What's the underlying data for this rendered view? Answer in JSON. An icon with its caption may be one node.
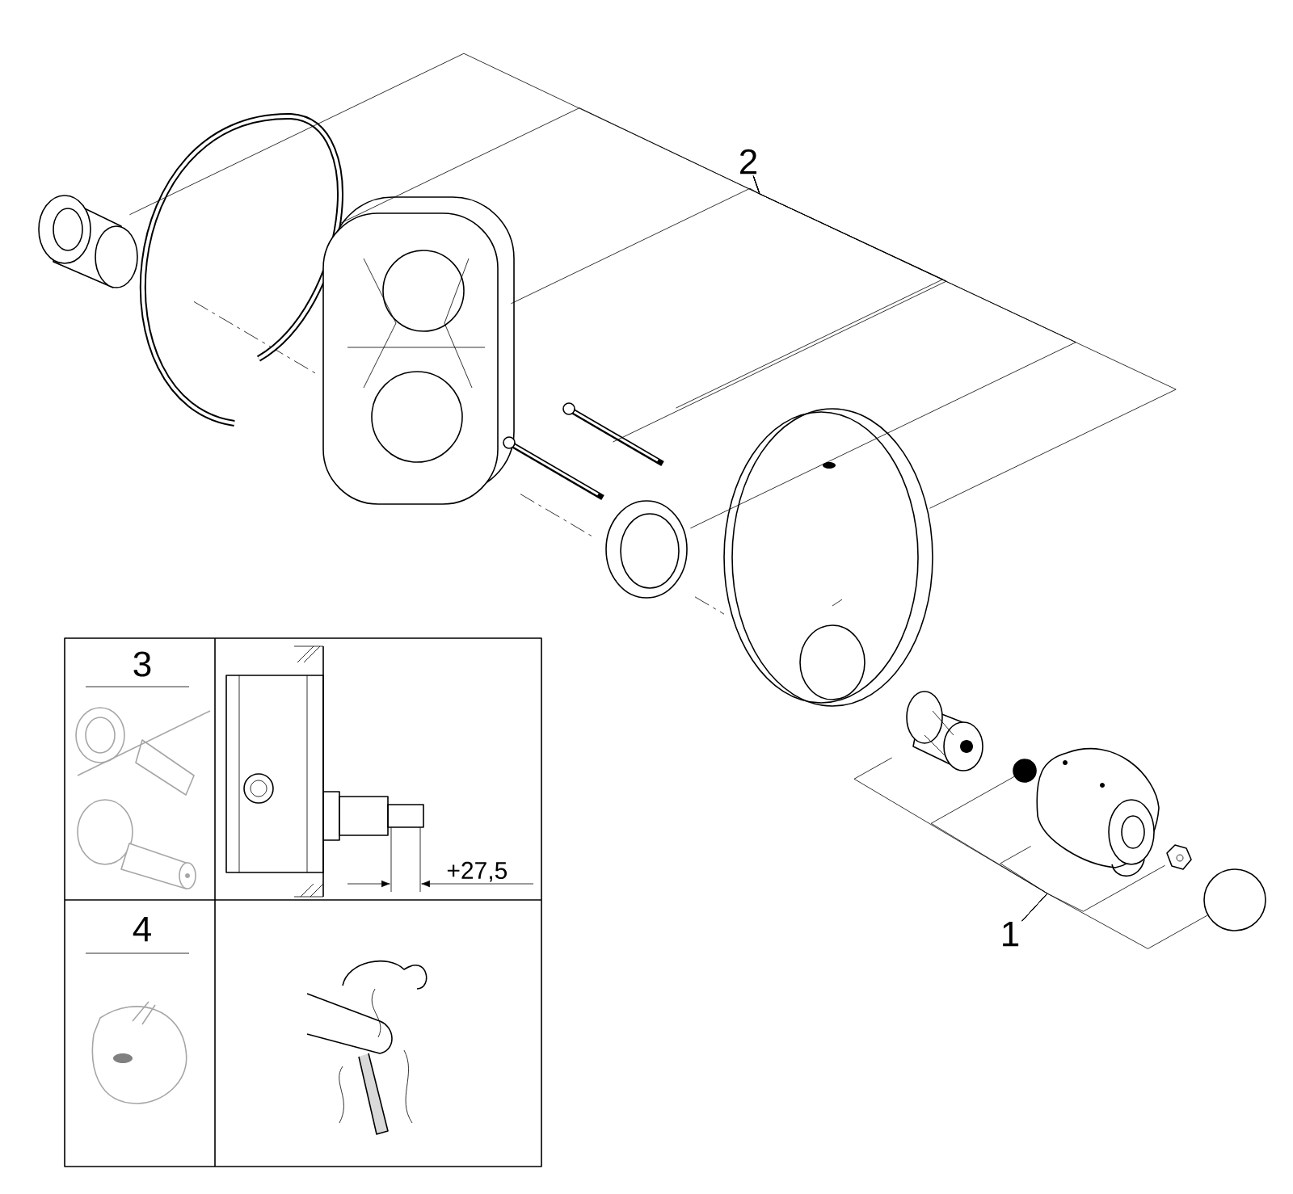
{
  "diagram": {
    "nodes": [
      {
        "text": [
          "2"
        ]
      },
      {
        "text": [],
        "shape": "picture"
      },
      {
        "text": [],
        "shape": "picture"
      },
      {
        "text": [],
        "shape": "picture"
      },
      {
        "text": [],
        "shape": "picture"
      },
      {
        "text": [],
        "shape": "picture"
      },
      {
        "text": [],
        "shape": "picture"
      },
      {
        "text": [],
        "shape": "picture"
      },
      {
        "text": [
          "1"
        ]
      },
      {
        "text": [],
        "shape": "picture"
      },
      {
        "text": [],
        "shape": "circle"
      },
      {
        "text": [],
        "shape": "picture"
      },
      {
        "text": [],
        "shape": "picture"
      },
      {
        "text": [],
        "shape": "circle"
      }
    ],
    "edges": [
      {
        "from": 0,
        "to": 1,
        "arrow": "none"
      },
      {
        "from": 0,
        "to": 2,
        "arrow": "none"
      },
      {
        "from": 0,
        "to": 3,
        "arrow": "none"
      },
      {
        "from": 0,
        "to": 4,
        "arrow": "none"
      },
      {
        "from": 0,
        "to": 5,
        "arrow": "none"
      },
      {
        "from": 0,
        "to": 6,
        "arrow": "none"
      },
      {
        "from": 0,
        "to": 7,
        "arrow": "none"
      },
      {
        "from": 8,
        "to": 9,
        "arrow": "none"
      },
      {
        "from": 8,
        "to": 10,
        "arrow": "none"
      },
      {
        "from": 8,
        "to": 11,
        "arrow": "none"
      },
      {
        "from": 8,
        "to": 12,
        "arrow": "none"
      },
      {
        "from": 8,
        "to": 13,
        "arrow": "none"
      }
    ],
    "labels": [
      "3",
      "+27,5",
      "4"
    ]
  }
}
